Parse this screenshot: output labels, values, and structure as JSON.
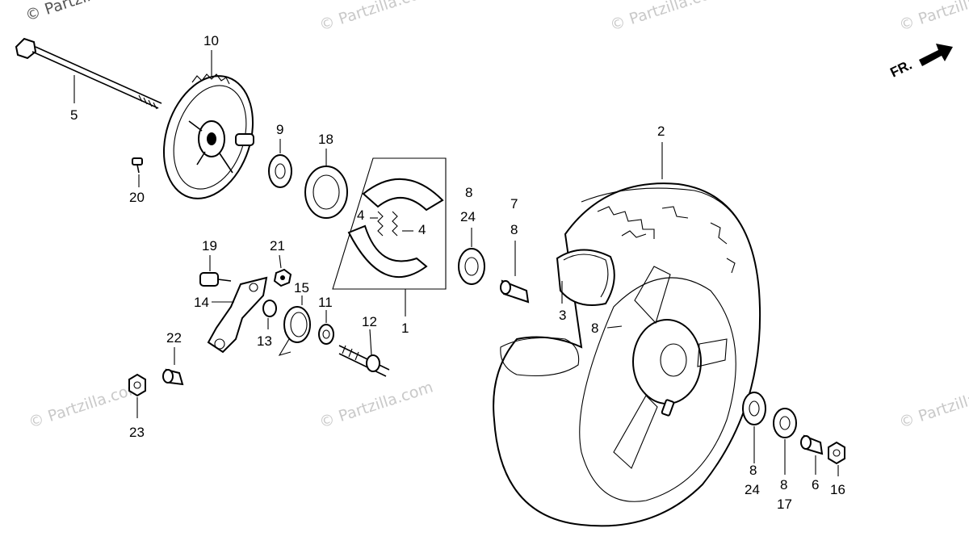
{
  "watermark": {
    "text": "© Partzilla.com",
    "color": "#c9c9c9"
  },
  "direction": {
    "label": "FR."
  },
  "callouts": [
    {
      "id": "c1",
      "label": "1"
    },
    {
      "id": "c2",
      "label": "2"
    },
    {
      "id": "c3",
      "label": "3"
    },
    {
      "id": "c4a",
      "label": "4"
    },
    {
      "id": "c4b",
      "label": "4"
    },
    {
      "id": "c5",
      "label": "5"
    },
    {
      "id": "c6",
      "label": "6"
    },
    {
      "id": "c7",
      "label": "7"
    },
    {
      "id": "c8a",
      "label": "8"
    },
    {
      "id": "c8b",
      "label": "8"
    },
    {
      "id": "c8c",
      "label": "8"
    },
    {
      "id": "c8d",
      "label": "8"
    },
    {
      "id": "c8e",
      "label": "8"
    },
    {
      "id": "c9",
      "label": "9"
    },
    {
      "id": "c10",
      "label": "10"
    },
    {
      "id": "c11",
      "label": "11"
    },
    {
      "id": "c12",
      "label": "12"
    },
    {
      "id": "c13",
      "label": "13"
    },
    {
      "id": "c14",
      "label": "14"
    },
    {
      "id": "c15",
      "label": "15"
    },
    {
      "id": "c16",
      "label": "16"
    },
    {
      "id": "c17",
      "label": "17"
    },
    {
      "id": "c18",
      "label": "18"
    },
    {
      "id": "c19",
      "label": "19"
    },
    {
      "id": "c20",
      "label": "20"
    },
    {
      "id": "c21",
      "label": "21"
    },
    {
      "id": "c22",
      "label": "22"
    },
    {
      "id": "c23",
      "label": "23"
    },
    {
      "id": "c24a",
      "label": "24"
    },
    {
      "id": "c24b",
      "label": "24"
    }
  ]
}
